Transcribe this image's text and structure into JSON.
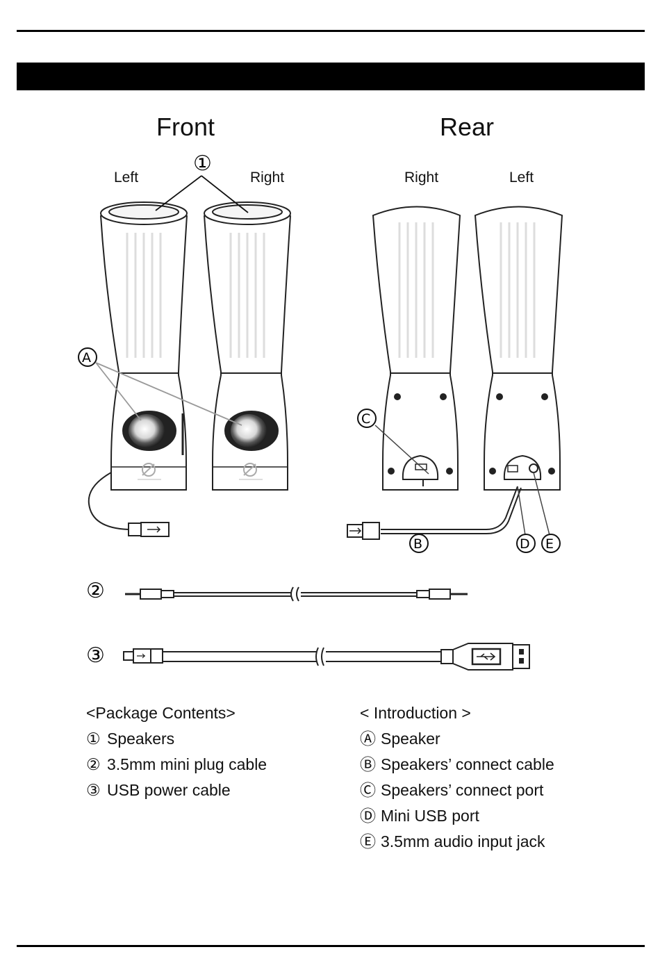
{
  "headings": {
    "front": "Front",
    "rear": "Rear"
  },
  "front_labels": {
    "left": "Left",
    "right": "Right"
  },
  "rear_labels": {
    "right": "Right",
    "left": "Left"
  },
  "callouts": {
    "one": "①",
    "two": "②",
    "three": "③",
    "a": "A",
    "b": "B",
    "c": "C",
    "d": "D",
    "e": "E"
  },
  "package": {
    "title": "<Package Contents>",
    "items": [
      {
        "mark": "①",
        "text": "Speakers"
      },
      {
        "mark": "②",
        "text": "3.5mm mini plug cable"
      },
      {
        "mark": "③",
        "text": "USB power cable"
      }
    ]
  },
  "intro": {
    "title": "< Introduction >",
    "items": [
      {
        "mark": "Ⓐ",
        "text": "Speaker"
      },
      {
        "mark": "Ⓑ",
        "text": "Speakers’ connect cable"
      },
      {
        "mark": "Ⓒ",
        "text": "Speakers’ connect port"
      },
      {
        "mark": "Ⓓ",
        "text": "Mini USB port"
      },
      {
        "mark": "Ⓔ",
        "text": "3.5mm audio input jack"
      }
    ]
  }
}
